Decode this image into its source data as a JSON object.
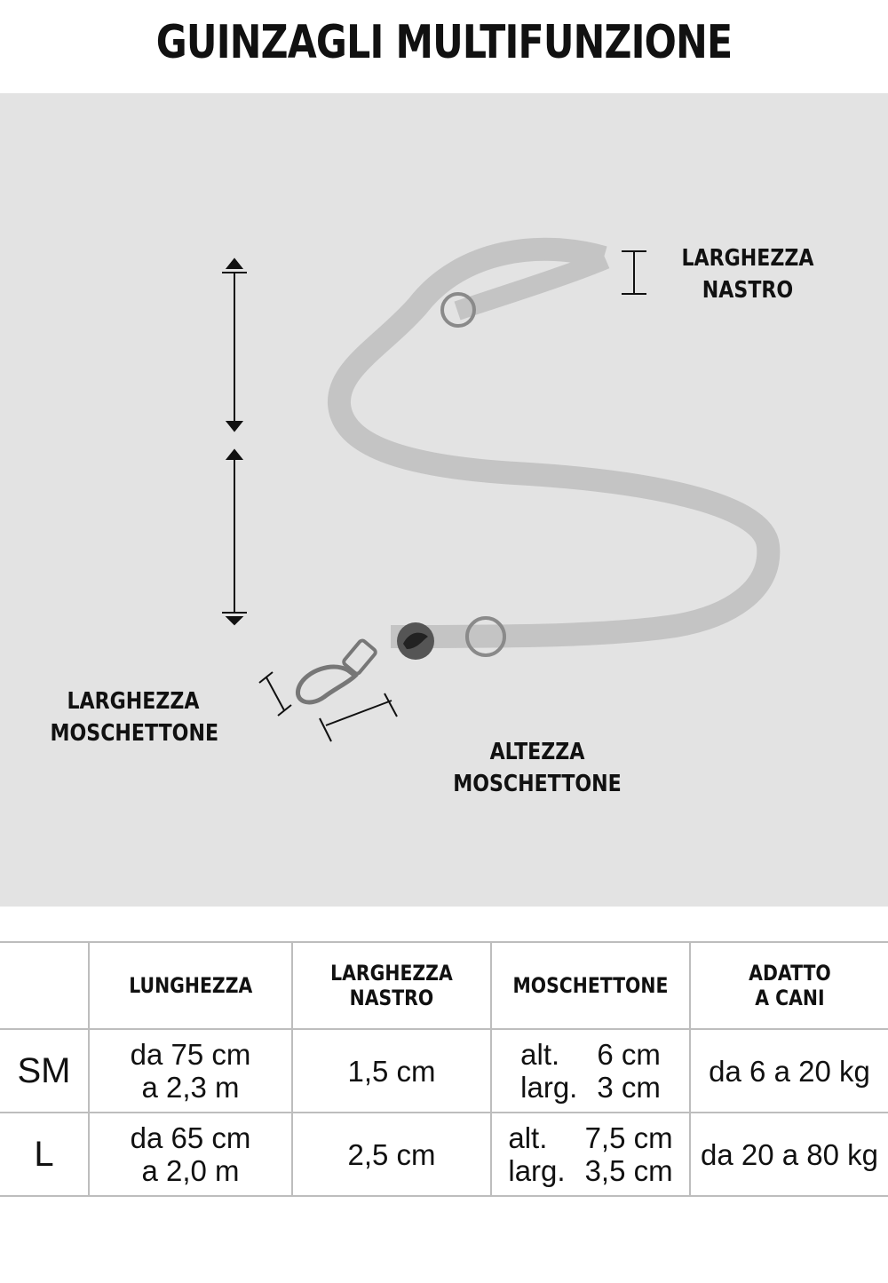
{
  "title": "GUINZAGLI MULTIFUNZIONE",
  "diagram": {
    "label_width_strap": [
      "LARGHEZZA",
      "NASTRO"
    ],
    "label_width_clip": [
      "LARGHEZZA",
      "MOSCHETTONE"
    ],
    "label_height_clip": "ALTEZZA MOSCHETTONE"
  },
  "table": {
    "headers": [
      "",
      "LUNGHEZZA",
      "LARGHEZZA\nNASTRO",
      "MOSCHETTONE",
      "ADATTO\nA CANI"
    ],
    "rows": [
      {
        "size": "SM",
        "length": [
          "da 75 cm",
          "a 2,3 m"
        ],
        "strap_width": "1,5 cm",
        "clip": [
          [
            "alt.",
            "6 cm"
          ],
          [
            "larg.",
            "3 cm"
          ]
        ],
        "dogs": "da 6 a 20 kg"
      },
      {
        "size": "L",
        "length": [
          "da 65 cm",
          "a 2,0 m"
        ],
        "strap_width": "2,5 cm",
        "clip": [
          [
            "alt.",
            "7,5 cm"
          ],
          [
            "larg.",
            "3,5 cm"
          ]
        ],
        "dogs": "da 20 a 80 kg"
      }
    ]
  }
}
